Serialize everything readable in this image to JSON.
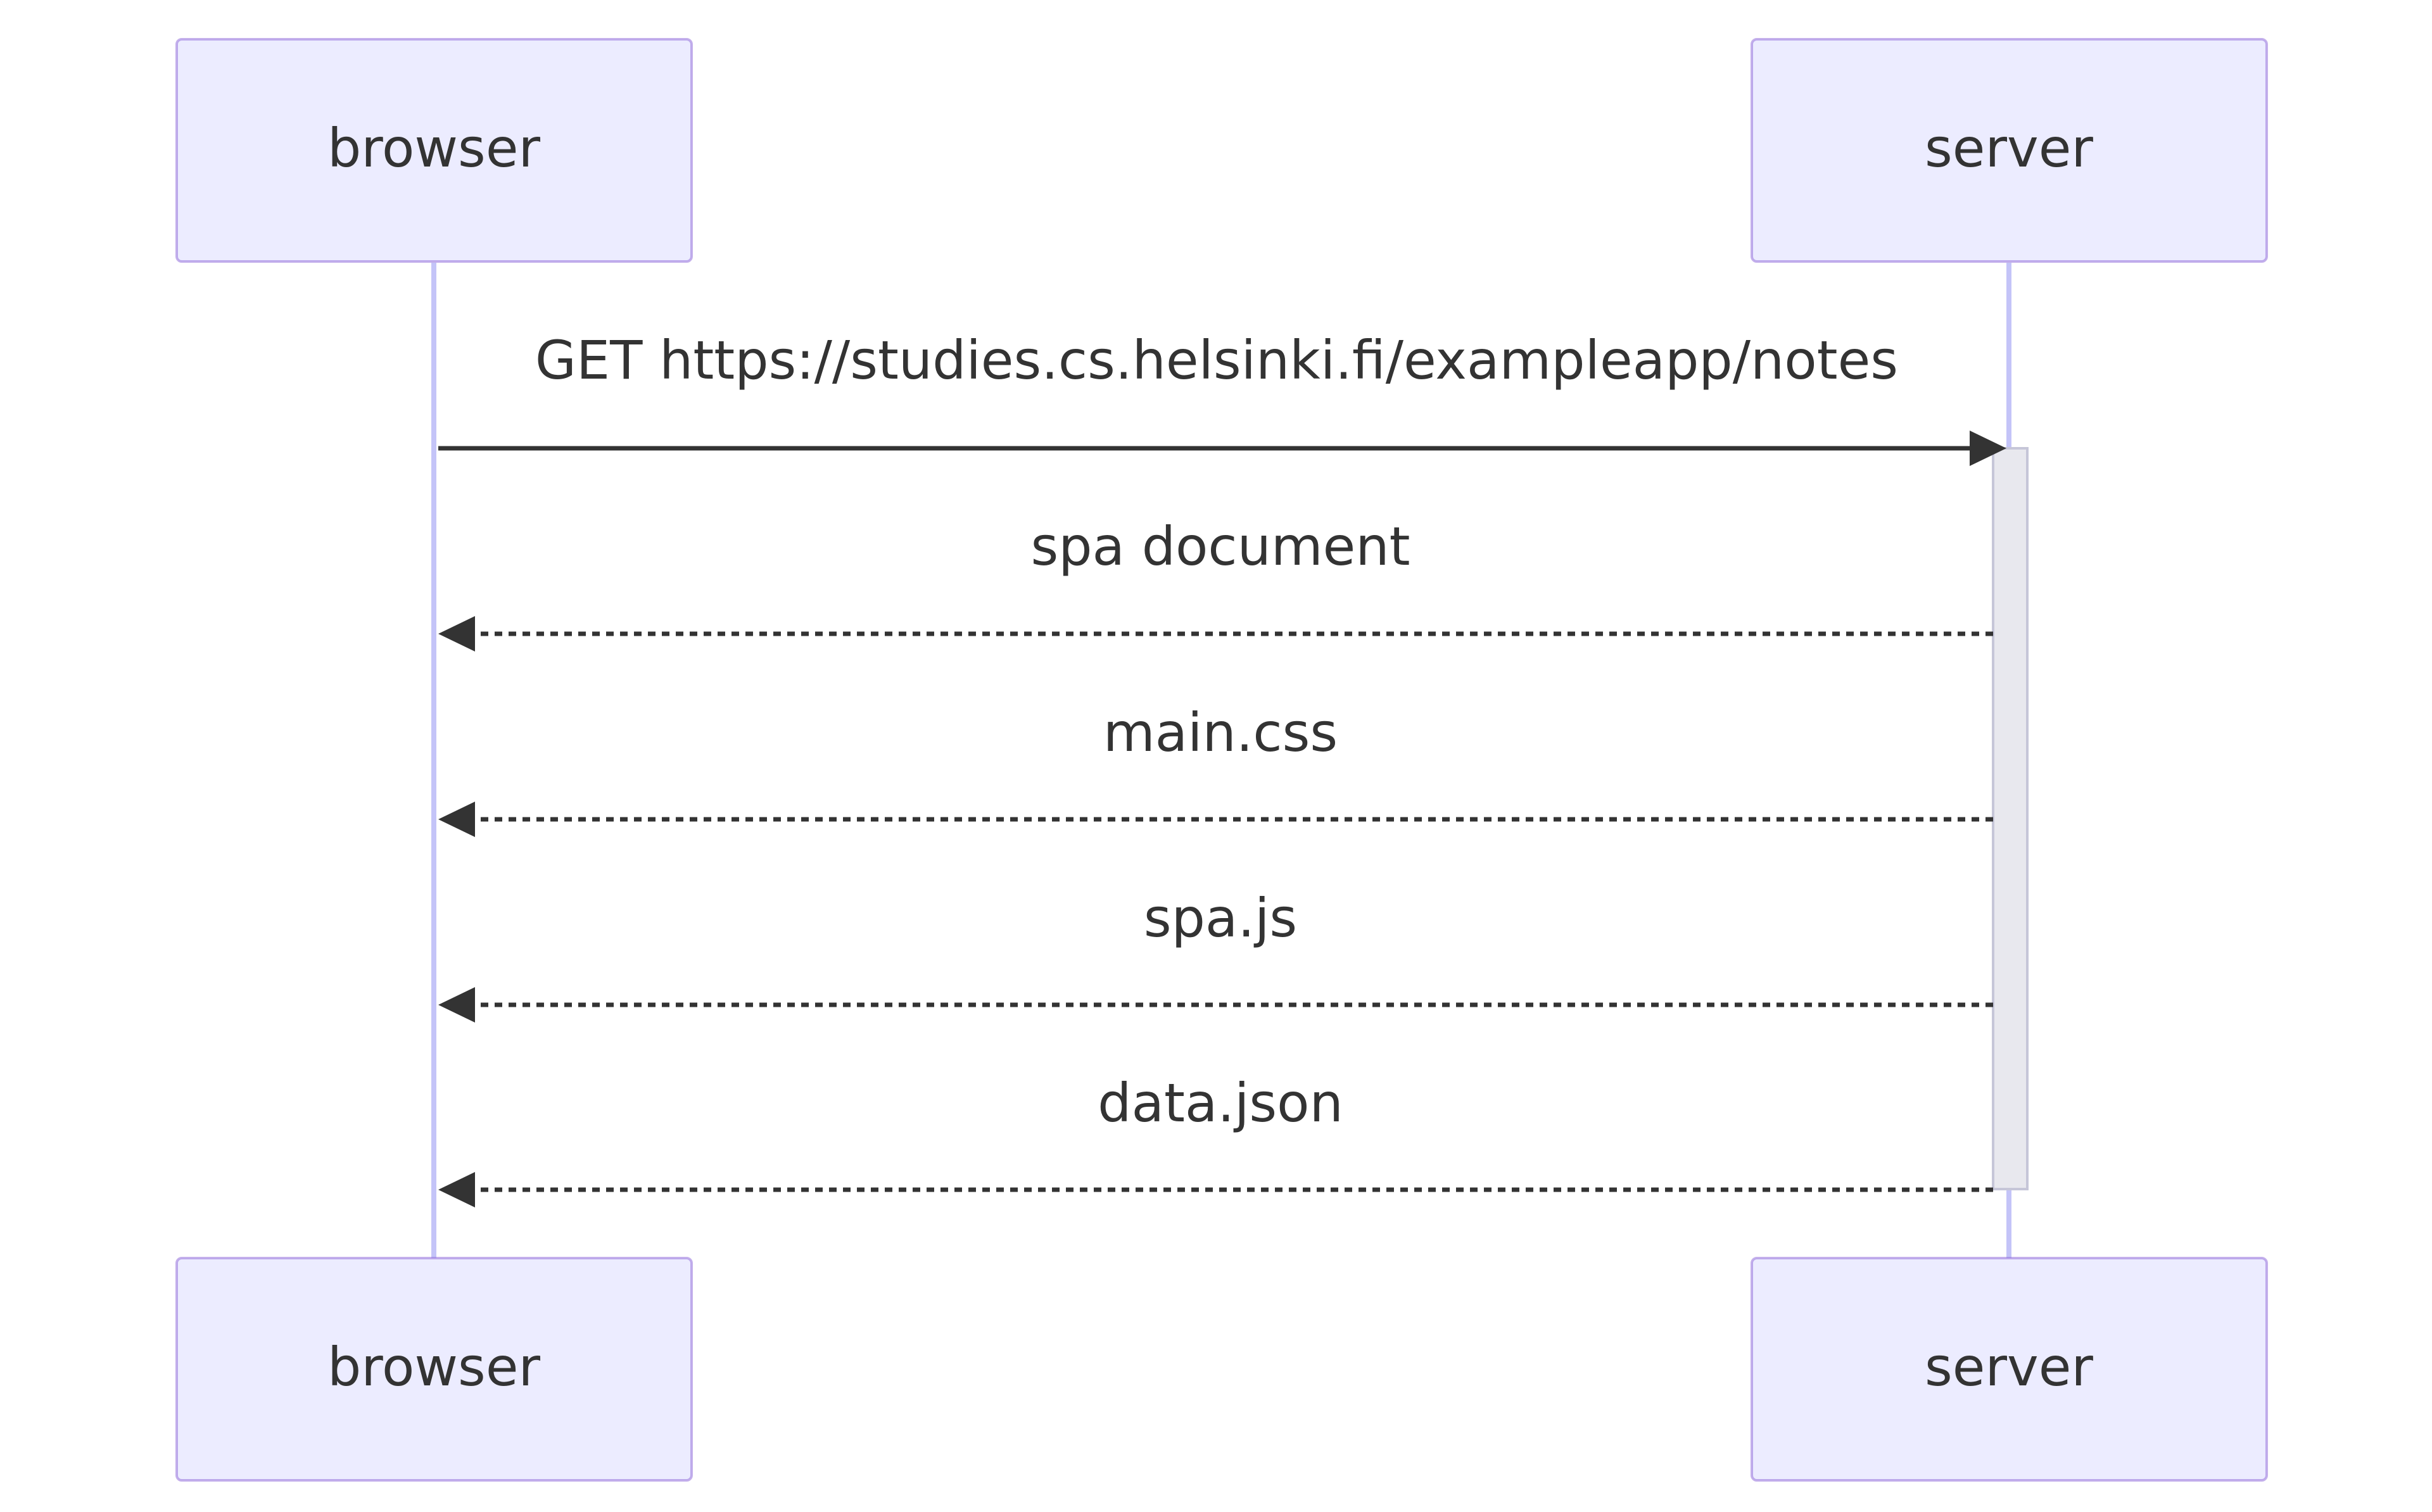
{
  "participants": [
    {
      "id": "browser",
      "label": "browser"
    },
    {
      "id": "server",
      "label": "server"
    }
  ],
  "messages": [
    {
      "from": "browser",
      "to": "server",
      "label": "GET https://studies.cs.helsinki.fi/exampleapp/notes",
      "style": "solid"
    },
    {
      "from": "server",
      "to": "browser",
      "label": "spa document",
      "style": "dashed"
    },
    {
      "from": "server",
      "to": "browser",
      "label": "main.css",
      "style": "dashed"
    },
    {
      "from": "server",
      "to": "browser",
      "label": "spa.js",
      "style": "dashed"
    },
    {
      "from": "server",
      "to": "browser",
      "label": "data.json",
      "style": "dashed"
    }
  ],
  "colors": {
    "actor_fill": "#ececff",
    "lifeline": "#c4c4f8",
    "activation_fill": "#e8e8ee",
    "line": "#333333"
  }
}
